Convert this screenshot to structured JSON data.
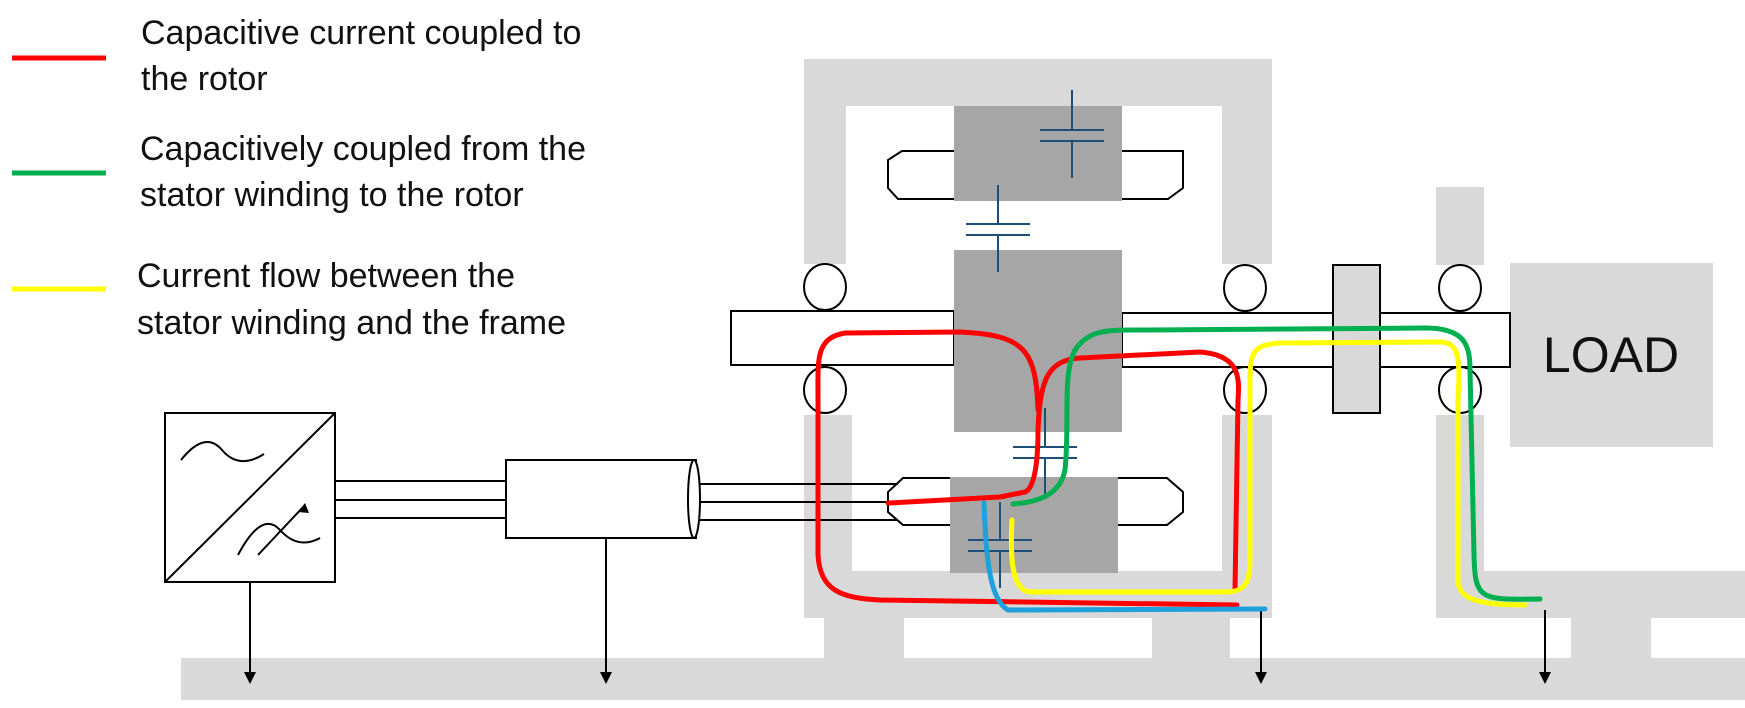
{
  "legend": {
    "items": [
      {
        "lines": [
          "Capacitive current coupled to",
          "the rotor"
        ],
        "color": "#ff0000"
      },
      {
        "lines": [
          "Capacitively coupled from the",
          "stator winding to the rotor"
        ],
        "color": "#00b050"
      },
      {
        "lines": [
          "Current flow between the",
          "stator winding and the frame"
        ],
        "color": "#ffff00"
      }
    ]
  },
  "load": {
    "label": "LOAD"
  },
  "colors": {
    "frame": "#d9d9d9",
    "core": "#a6a6a6",
    "capacitor": "#1f4e79",
    "red": "#ff0000",
    "green": "#00b050",
    "yellow": "#ffff00",
    "blue": "#1fa0dc"
  }
}
